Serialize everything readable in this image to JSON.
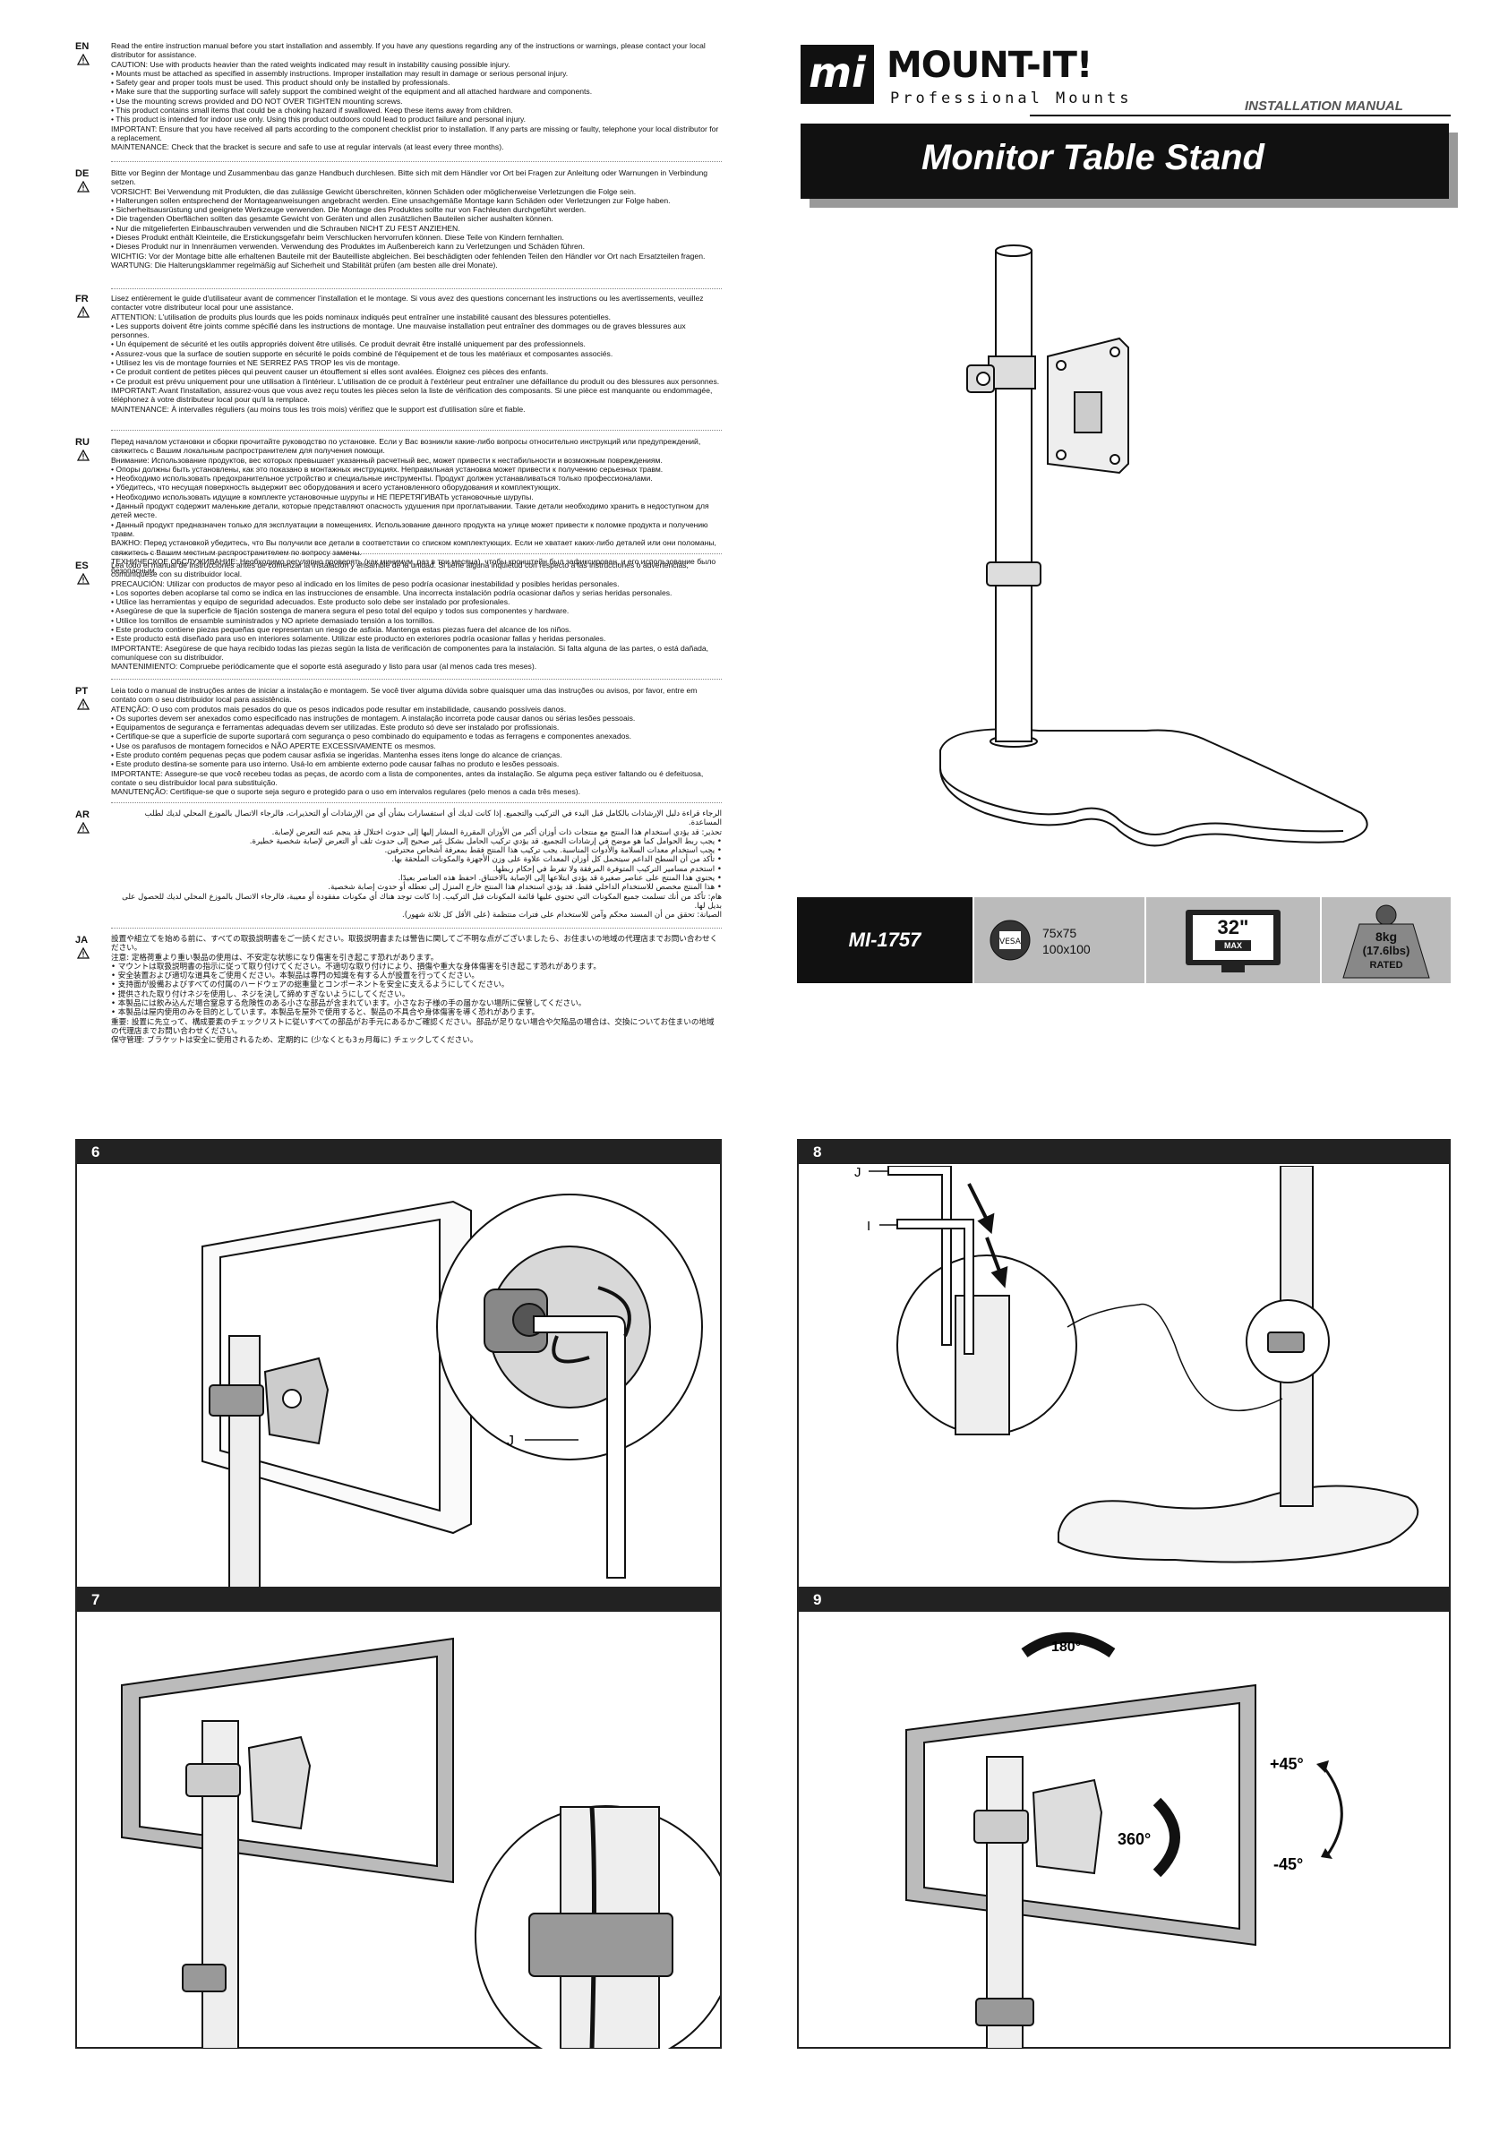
{
  "languages": [
    {
      "code": "EN",
      "text": "Read the entire instruction manual before you start installation and assembly. If you have any questions regarding any of the instructions or warnings, please contact your local distributor for assistance.\nCAUTION: Use with products heavier than the rated weights indicated may result in instability causing possible injury.\n• Mounts must be attached as specified in assembly instructions. Improper installation may result in damage or serious personal injury.\n• Safety gear and proper tools must be used. This product should only be installed by professionals.\n• Make sure that the supporting surface will safely support the combined weight of the equipment and all attached hardware and components.\n• Use the mounting screws provided and DO NOT OVER TIGHTEN mounting screws.\n• This product contains small items that could be a choking hazard if swallowed. Keep these items away from children.\n• This product is intended for indoor use only. Using this product outdoors could lead to product failure and personal injury.\nIMPORTANT: Ensure that you have received all parts according to the component checklist prior to installation. If any parts are missing or faulty, telephone your local distributor for a replacement.\nMAINTENANCE: Check that the bracket is secure and safe to use at regular intervals (at least every three months)."
    },
    {
      "code": "DE",
      "text": "Bitte vor Beginn der Montage und Zusammenbau das ganze Handbuch durchlesen. Bitte sich mit dem Händler vor Ort bei Fragen zur Anleitung oder Warnungen in Verbindung setzen.\nVORSICHT: Bei Verwendung mit Produkten, die das zulässige Gewicht überschreiten, können Schäden oder möglicherweise Verletzungen die Folge sein.\n• Halterungen sollen entsprechend der Montageanweisungen angebracht werden. Eine unsachgemäße Montage kann Schäden oder Verletzungen zur Folge haben.\n• Sicherheitsausrüstung und geeignete Werkzeuge verwenden. Die Montage des Produktes sollte nur von Fachleuten durchgeführt werden.\n• Die tragenden Oberflächen sollten das gesamte Gewicht von Geräten und allen zusätzlichen Bauteilen sicher aushalten können.\n• Nur die mitgelieferten Einbauschrauben verwenden und die Schrauben NICHT ZU FEST ANZIEHEN.\n• Dieses Produkt enthält Kleinteile, die Erstickungsgefahr beim Verschlucken hervorrufen können. Diese Teile von Kindern fernhalten.\n• Dieses Produkt nur in Innenräumen verwenden. Verwendung des Produktes im Außenbereich kann zu Verletzungen und Schäden führen.\nWICHTIG: Vor der Montage bitte alle erhaltenen Bauteile mit der Bauteilliste abgleichen. Bei beschädigten oder fehlenden Teilen den Händler vor Ort nach Ersatzteilen fragen.\nWARTUNG: Die Halterungsklammer regelmäßig auf Sicherheit und Stabilität prüfen (am besten alle drei Monate)."
    },
    {
      "code": "FR",
      "text": "Lisez entièrement le guide d'utilisateur avant de commencer l'installation et le montage. Si vous avez des questions concernant les instructions ou les avertissements, veuillez contacter votre distributeur local pour une assistance.\nATTENTION: L'utilisation de produits plus lourds que les poids nominaux indiqués peut entraîner une instabilité causant des blessures potentielles.\n• Les supports doivent être joints comme spécifié dans les instructions de montage. Une mauvaise installation peut entraîner des dommages ou de graves blessures aux personnes.\n• Un équipement de sécurité et les outils appropriés doivent être utilisés. Ce produit devrait être installé uniquement par des professionnels.\n• Assurez-vous que la surface de soutien supporte en sécurité le poids combiné de l'équipement et de tous les matériaux et composantes associés.\n• Utilisez les vis de montage fournies et NE SERREZ PAS TROP les vis de montage.\n• Ce produit contient de petites pièces qui peuvent causer un étouffement si elles sont avalées. Éloignez ces pièces des enfants.\n• Ce produit est prévu uniquement pour une utilisation à l'intérieur. L'utilisation de ce produit à l'extérieur peut entraîner une défaillance du produit ou des blessures aux personnes.\nIMPORTANT: Avant l'installation, assurez-vous que vous avez reçu toutes les pièces selon la liste de vérification des composants. Si une pièce est manquante ou endommagée, téléphonez à votre distributeur local pour qu'il la remplace.\nMAINTENANCE: À intervalles réguliers (au moins tous les trois mois) vérifiez que le support est d'utilisation sûre et fiable."
    },
    {
      "code": "RU",
      "text": "Перед началом установки и сборки прочитайте руководство по установке. Если у Вас возникли какие-либо вопросы относительно инструкций или предупреждений, свяжитесь с Вашим локальным распространителем для получения помощи.\nВнимание: Использование продуктов, вес которых превышает указанный расчетный вес, может привести к нестабильности и возможным повреждениям.\n• Опоры должны быть установлены, как это показано в монтажных инструкциях. Неправильная установка может привести к получению серьезных травм.\n• Необходимо использовать предохранительное устройство и специальные инструменты. Продукт должен устанавливаться только профессионалами.\n• Убедитесь, что несущая поверхность выдержит вес оборудования и всего установленного оборудования и комплектующих.\n• Необходимо использовать идущие в комплекте установочные шурупы и НЕ ПЕРЕТЯГИВАТЬ установочные шурупы.\n• Данный продукт содержит маленькие детали, которые представляют опасность удушения при проглатывании. Такие детали необходимо хранить в недоступном для детей месте.\n• Данный продукт предназначен только для эксплуатации в помещениях. Использование данного продукта на улице может привести к поломке продукта и получению травм.\nВАЖНО: Перед установкой убедитесь, что Вы получили все детали в соответствии со списком комплектующих. Если не хватает каких-либо деталей или они поломаны, свяжитесь с Вашим местным распространителем по вопросу замены.\nТЕХНИЧЕСКОЕ ОБСЛУЖИВАНИЕ: Необходимо регулярно проверять (как минимум, раз в три месяца), чтобы кронштейн был зафиксирован, и его использование было безопасным."
    },
    {
      "code": "ES",
      "text": "Lea todo el manual de instrucciones antes de comenzar la instalación y ensamble de la unidad. Si tiene alguna inquietud con respecto a las instrucciones o advertencias, comuníquese con su distribuidor local.\nPRECAUCIÓN: Utilizar con productos de mayor peso al indicado en los límites de peso podría ocasionar inestabilidad y posibles heridas personales.\n• Los soportes deben acoplarse tal como se indica en las instrucciones de ensamble. Una incorrecta instalación podría ocasionar daños y serias heridas personales.\n• Utilice las herramientas y equipo de seguridad adecuados. Este producto solo debe ser instalado por profesionales.\n• Asegúrese de que la superficie de fijación sostenga de manera segura el peso total del equipo y todos sus componentes y hardware.\n• Utilice los tornillos de ensamble suministrados y NO apriete demasiado tensión a los tornillos.\n• Este producto contiene piezas pequeñas que representan un riesgo de asfixia. Mantenga estas piezas fuera del alcance de los niños.\n• Este producto está diseñado para uso en interiores solamente. Utilizar este producto en exteriores podría ocasionar fallas y heridas personales.\nIMPORTANTE: Asegúrese de que haya recibido todas las piezas según la lista de verificación de componentes para la instalación. Si falta alguna de las partes, o está dañada, comuníquese con su distribuidor.\nMANTENIMIENTO: Compruebe periódicamente que el soporte está asegurado y listo para usar (al menos cada tres meses)."
    },
    {
      "code": "PT",
      "text": "Leia todo o manual de instruções antes de iniciar a instalação e montagem. Se você tiver alguma dúvida sobre quaisquer uma das instruções ou avisos, por favor, entre em contato com o seu distribuidor local para assistência.\nATENÇÃO: O uso com produtos mais pesados do que os pesos indicados pode resultar em instabilidade, causando possíveis danos.\n• Os suportes devem ser anexados como especificado nas instruções de montagem. A instalação incorreta pode causar danos ou sérias lesões pessoais.\n• Equipamentos de segurança e ferramentas adequadas devem ser utilizadas. Este produto só deve ser instalado por profissionais.\n• Certifique-se que a superfície de suporte suportará com segurança o peso combinado do equipamento e todas as ferragens e componentes anexados.\n• Use os parafusos de montagem fornecidos e NÃO APERTE EXCESSIVAMENTE os mesmos.\n• Este produto contém pequenas peças que podem causar asfixia se ingeridas. Mantenha esses itens longe do alcance de crianças.\n• Este produto destina-se somente para uso interno. Usá-lo em ambiente externo pode causar falhas no produto e lesões pessoais.\nIMPORTANTE: Assegure-se que você recebeu todas as peças, de acordo com a lista de componentes, antes da instalação. Se alguma peça estiver faltando ou é defeituosa, contate o seu distribuidor local para substituição.\nMANUTENÇÃO: Certifique-se que o suporte seja seguro e protegido para o uso em intervalos regulares (pelo menos a cada três meses)."
    },
    {
      "code": "AR",
      "text": "الرجاء قراءة دليل الإرشادات بالكامل قبل البدء في التركيب والتجميع. إذا كانت لديك أي استفسارات بشأن أي من الإرشادات أو التحذيرات، فالرجاء الاتصال بالموزع المحلي لديك لطلب المساعدة.\nتحذير: قد يؤدي استخدام هذا المنتج مع منتجات ذات أوزان أكبر من الأوزان المقررة المشار إليها إلى حدوث اختلال قد ينجم عنه التعرض لإصابة.\n• يجب ربط الحوامل كما هو موضح في إرشادات التجميع. قد يؤدي تركيب الحامل بشكل غير صحيح إلى حدوث تلف أو التعرض لإصابة شخصية خطيرة.\n• يجب استخدام معدات السلامة والأدوات المناسبة. يجب تركيب هذا المنتج فقط بمعرفة أشخاص محترفين.\n• تأكد من أن السطح الداعم سيتحمل كل أوزان المعدات علاوة على وزن الأجهزة والمكونات الملحقة بها.\n• استخدم مسامير التركيب المتوفرة المرفقة ولا تفرط في إحكام ربطها.\n• يحتوي هذا المنتج على عناصر صغيرة قد يؤدي ابتلاعها إلى الإصابة بالاختناق. احفظ هذه العناصر بعيدًا.\n• هذا المنتج مخصص للاستخدام الداخلي فقط. قد يؤدي استخدام هذا المنتج خارج المنزل إلى تعطله أو حدوث إصابة شخصية.\nهام: تأكد من أنك تسلمت جميع المكونات التي تحتوي عليها قائمة المكونات قبل التركيب. إذا كانت توجد هناك أي مكونات مفقودة أو معيبة، فالرجاء الاتصال بالموزع المحلي لديك للحصول على بديل لها.\nالصيانة: تحقق من أن المسند محكم وآمن للاستخدام على فترات منتظمة (على الأقل كل ثلاثة شهور)."
    },
    {
      "code": "JA",
      "text": "設置や組立てを始める前に、すべての取扱説明書をご一読ください。取扱説明書または警告に関してご不明な点がございましたら、お住まいの地域の代理店までお問い合わせください。\n注意: 定格荷重より重い製品の使用は、不安定な状態になり傷害を引き起こす恐れがあります。\n• マウントは取扱説明書の指示に従って取り付けてください。不適切な取り付けにより、損傷や重大な身体傷害を引き起こす恐れがあります。\n• 安全装置および適切な道具をご使用ください。本製品は専門の知識を有する人が設置を行ってください。\n• 支持面が設備およびすべての付属のハードウェアの総重量とコンポーネントを安全に支えるようにしてください。\n• 提供された取り付けネジを使用し、ネジを決して締めすぎないようにしてください。\n• 本製品には飲み込んだ場合窒息する危険性のある小さな部品が含まれています。小さなお子様の手の届かない場所に保管してください。\n• 本製品は屋内使用のみを目的としています。本製品を屋外で使用すると、製品の不具合や身体傷害を導く恐れがあります。\n重要: 設置に先立って、構成要素のチェックリストに従いすべての部品がお手元にあるかご確認ください。部品が足りない場合や欠陥品の場合は、交換についてお住まいの地域の代理店までお問い合わせください。\n保守管理: ブラケットは安全に使用されるため、定期的に (少なくとも3ヵ月毎に) チェックしてください。"
    }
  ],
  "brand": {
    "logo_mark": "mi",
    "name": "MOUNT-IT!",
    "tagline": "Professional Mounts",
    "doc_type": "INSTALLATION MANUAL"
  },
  "title": "Monitor Table Stand",
  "specs": {
    "model": "MI-1757",
    "vesa_line1": "75x75",
    "vesa_line2": "100x100",
    "screen_size": "32\"",
    "screen_max": "MAX",
    "weight_line1": "8kg",
    "weight_line2": "(17.6lbs)",
    "weight_rated": "RATED"
  },
  "steps": [
    {
      "number": "6",
      "label_j": "J"
    },
    {
      "number": "7"
    },
    {
      "number": "8",
      "label_j": "J",
      "label_i": "I"
    },
    {
      "number": "9",
      "rot_top": "180°",
      "rot_side": "360°",
      "tilt_up": "+45°",
      "tilt_down": "-45°"
    }
  ]
}
